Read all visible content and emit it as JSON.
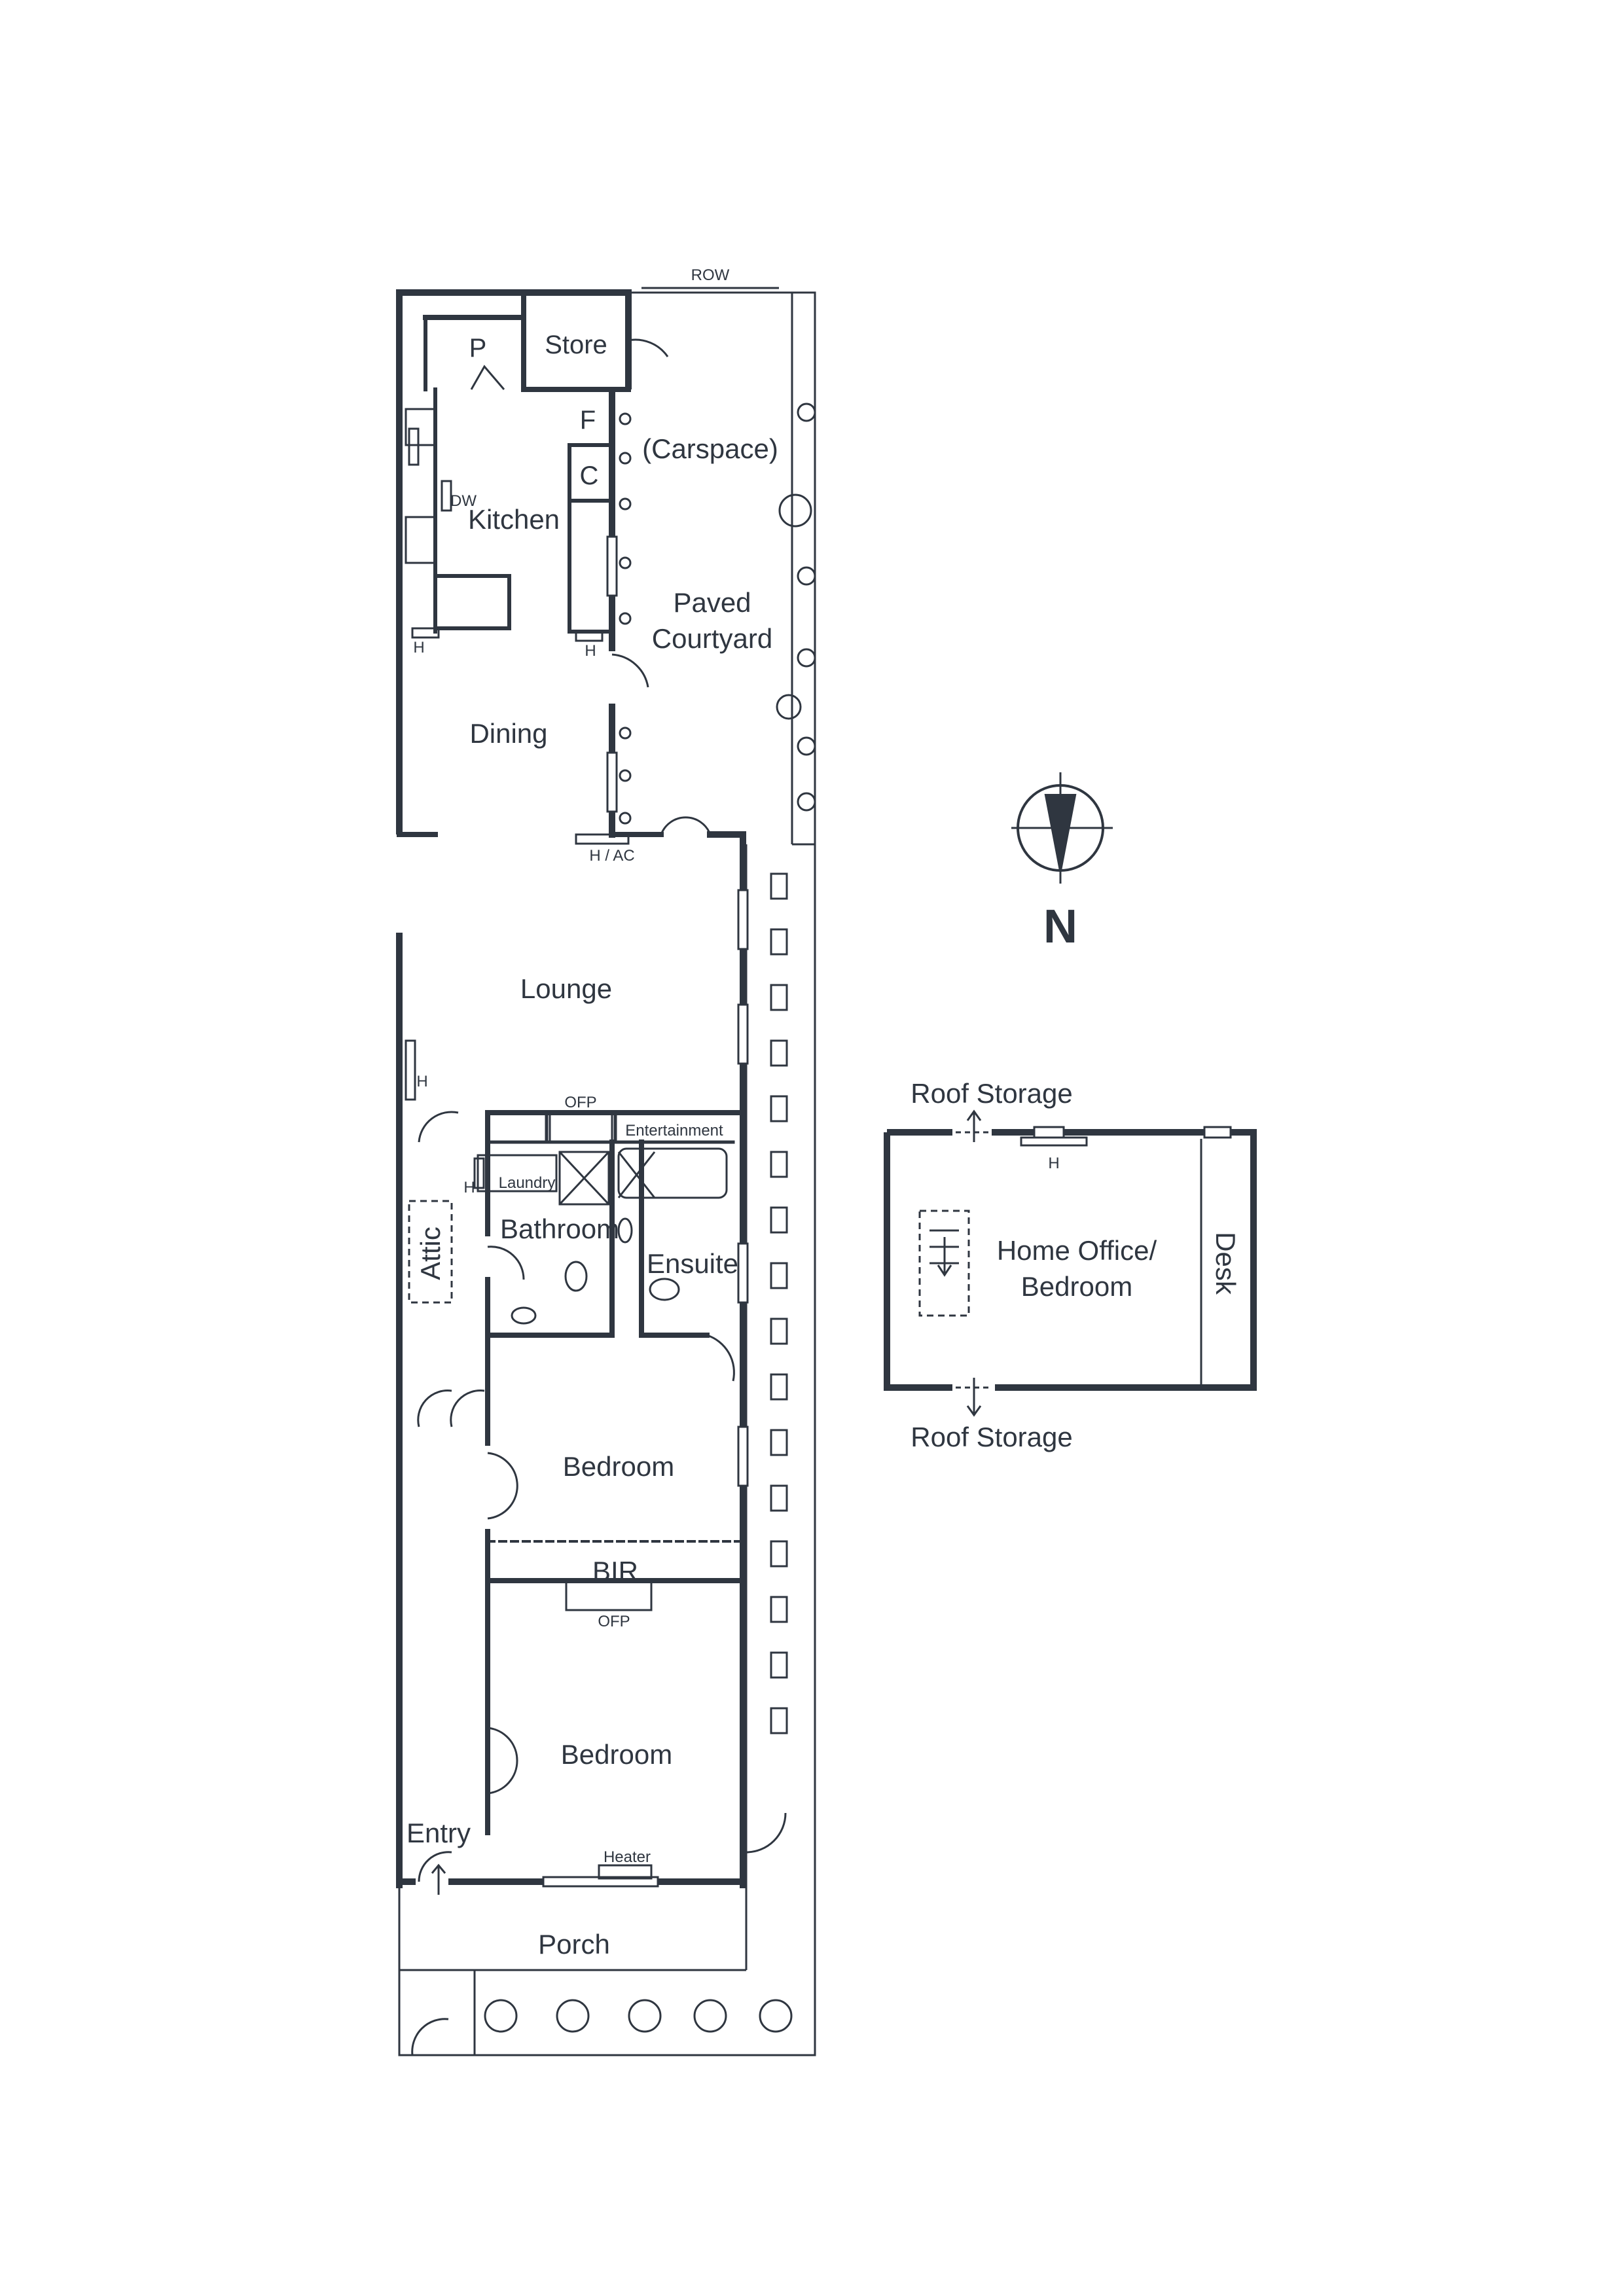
{
  "labels": {
    "row": "ROW",
    "p": "P",
    "store": "Store",
    "f": "F",
    "c": "C",
    "carspace": "(Carspace)",
    "kitchen": "Kitchen",
    "dw": "DW",
    "paved": "Paved",
    "courtyard": "Courtyard",
    "h_kitchen": "H",
    "h_courtyard": "H",
    "dining": "Dining",
    "h_ac": "H / AC",
    "lounge": "Lounge",
    "h_lounge": "H",
    "ofp_lounge": "OFP",
    "entertainment": "Entertainment",
    "h_laundry": "H",
    "laundry": "Laundry",
    "bathroom": "Bathroom",
    "ensuite": "Ensuite",
    "attic": "Attic",
    "bedroom_1": "Bedroom",
    "bir": "BIR",
    "ofp_bedroom": "OFP",
    "bedroom_2": "Bedroom",
    "entry": "Entry",
    "heater": "Heater",
    "porch": "Porch",
    "north": "N",
    "roof_storage_top": "Roof Storage",
    "roof_storage_bottom": "Roof Storage",
    "h_office": "H",
    "home_office_line1": "Home Office/",
    "home_office_line2": "Bedroom",
    "desk": "Desk"
  },
  "colors": {
    "wall": "#2f3640",
    "background": "#ffffff"
  }
}
